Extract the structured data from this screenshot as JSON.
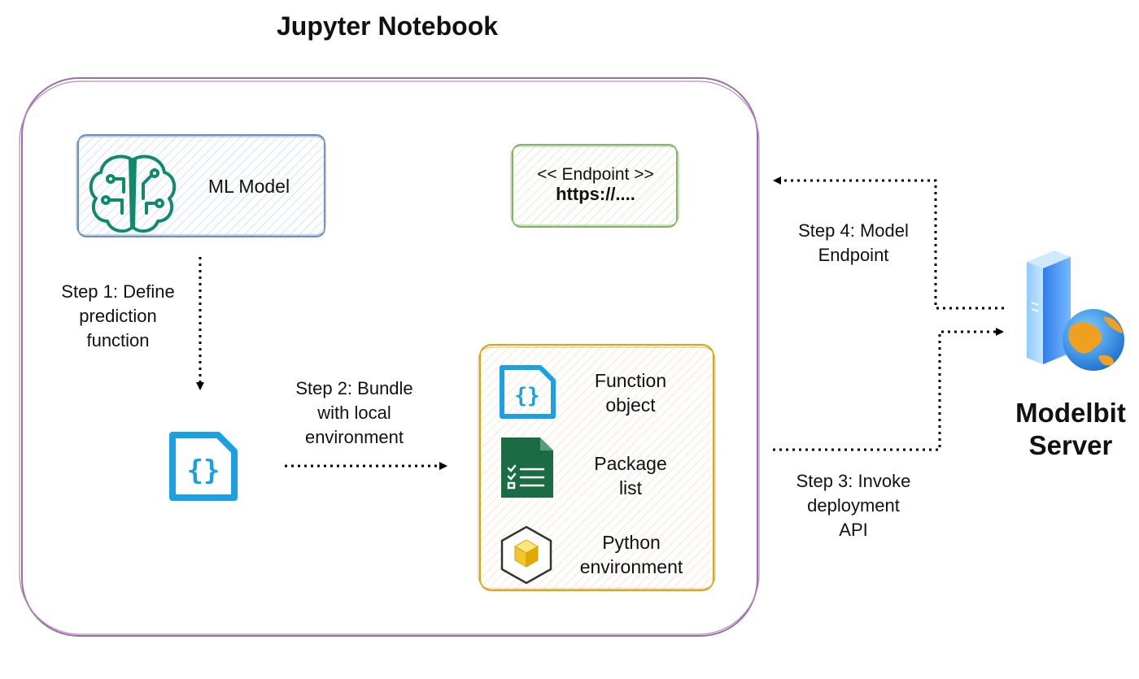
{
  "diagram": {
    "title": "Jupyter Notebook",
    "ml_model_label": "ML Model",
    "endpoint": {
      "tag": "<< Endpoint >>",
      "url": "https://...."
    },
    "bundle": {
      "function_label_1": "Function",
      "function_label_2": "object",
      "package_label_1": "Package",
      "package_label_2": "list",
      "python_label_1": "Python",
      "python_label_2": "environment"
    },
    "steps": {
      "step1": [
        "Step 1: Define",
        "prediction",
        "function"
      ],
      "step2": [
        "Step 2: Bundle",
        "with local",
        "environment"
      ],
      "step3": [
        "Step 3: Invoke",
        "deployment",
        "API"
      ],
      "step4": [
        "Step 4: Model",
        "Endpoint"
      ]
    },
    "server": {
      "line1": "Modelbit",
      "line2": "Server"
    },
    "icons": {
      "brain": "brain-circuit-icon",
      "code_file": "code-file-icon",
      "checklist": "checklist-doc-icon",
      "package": "package-cube-icon",
      "server": "server-globe-icon"
    },
    "colors": {
      "notebook_border": "#9b6fa8",
      "ml_box_border": "#6c8ebf",
      "endpoint_border": "#82b366",
      "bundle_border": "#d6a31f",
      "code_icon": "#1ba1e2",
      "brain_icon": "#0f8a6e",
      "checklist_icon": "#1b6b45"
    }
  }
}
